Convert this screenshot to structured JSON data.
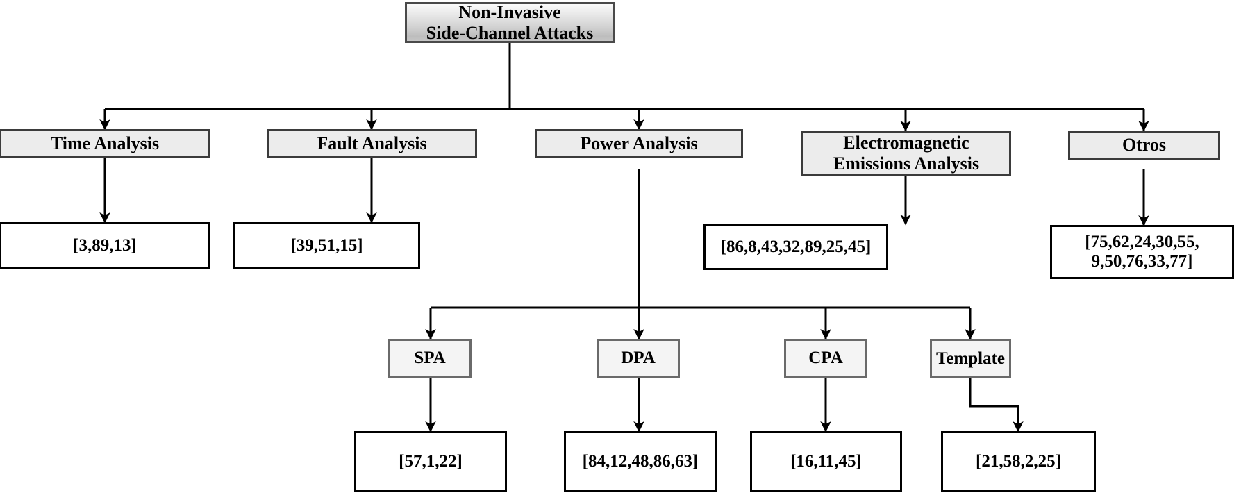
{
  "diagram": {
    "title": "Non-Invasive Side-Channel Attacks taxonomy",
    "colors": {
      "root_border": "#4a4a4a",
      "category_fill": "#ececec",
      "category_border": "#3b3b3b",
      "method_fill": "#f4f4f4",
      "method_border": "#6a6a6a",
      "leaf_fill": "#ffffff",
      "leaf_border": "#000000",
      "edge": "#000000"
    },
    "root": {
      "label": "Non-Invasive\nSide-Channel Attacks"
    },
    "categories": [
      {
        "label": "Time Analysis",
        "refs": "[3,89,13]"
      },
      {
        "label": "Fault Analysis",
        "refs": "[39,51,15]"
      },
      {
        "label": "Power Analysis",
        "refs": ""
      },
      {
        "label": "Electromagnetic\nEmissions Analysis",
        "refs": "[86,8,43,32,89,25,45]"
      },
      {
        "label": "Otros",
        "refs": "[75,62,24,30,55,\n9,50,76,33,77]"
      }
    ],
    "power_methods": [
      {
        "label": "SPA",
        "refs": "[57,1,22]"
      },
      {
        "label": "DPA",
        "refs": "[84,12,48,86,63]"
      },
      {
        "label": "CPA",
        "refs": "[16,11,45]"
      },
      {
        "label": "Template",
        "refs": "[21,58,2,25]"
      }
    ]
  }
}
